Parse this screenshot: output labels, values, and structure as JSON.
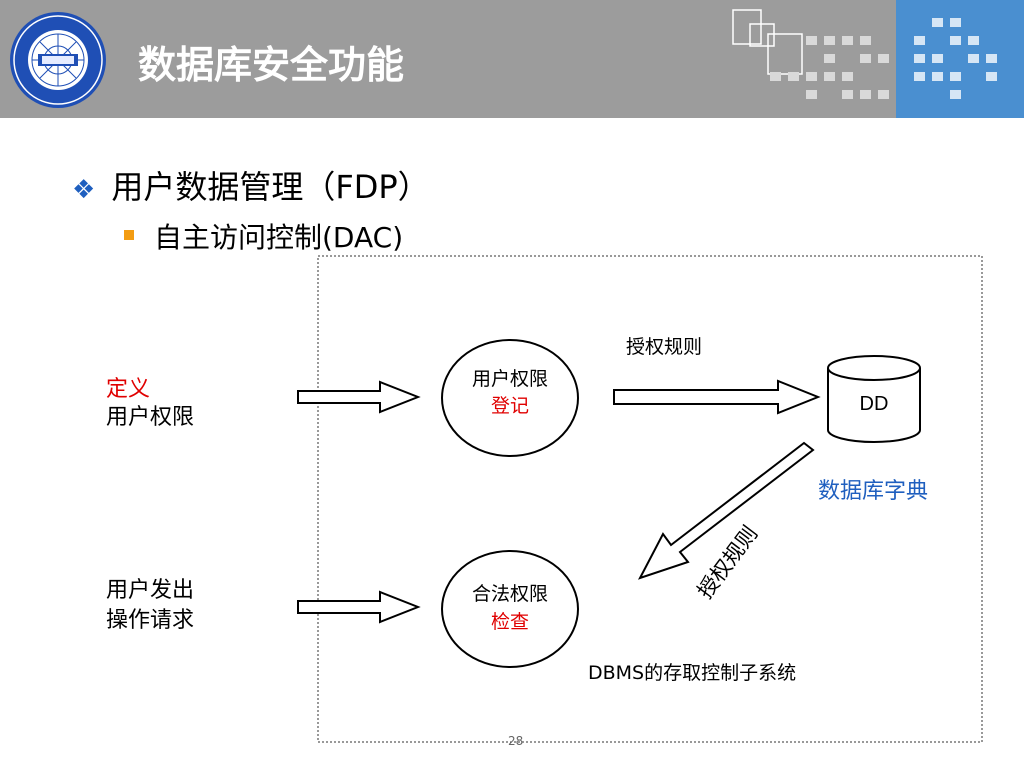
{
  "header": {
    "title": "数据库安全功能",
    "bg_color": "#9c9c9c",
    "accent_color": "#4a8fd0"
  },
  "bullets": {
    "level1": "用户数据管理（FDP）",
    "level2": "自主访问控制(DAC)"
  },
  "diagram": {
    "left_top_line1": "定义",
    "left_top_line2": "用户权限",
    "left_bottom_line1": "用户发出",
    "left_bottom_line2": "操作请求",
    "ellipse_top_line1": "用户权限",
    "ellipse_top_line2": "登记",
    "ellipse_bottom_line1": "合法权限",
    "ellipse_bottom_line2": "检查",
    "arrow_label_top": "授权规则",
    "arrow_label_diag": "授权规则",
    "db_label": "DD",
    "db_caption": "数据库字典",
    "subsystem_caption": "DBMS的存取控制子系统"
  },
  "page_number": "28"
}
